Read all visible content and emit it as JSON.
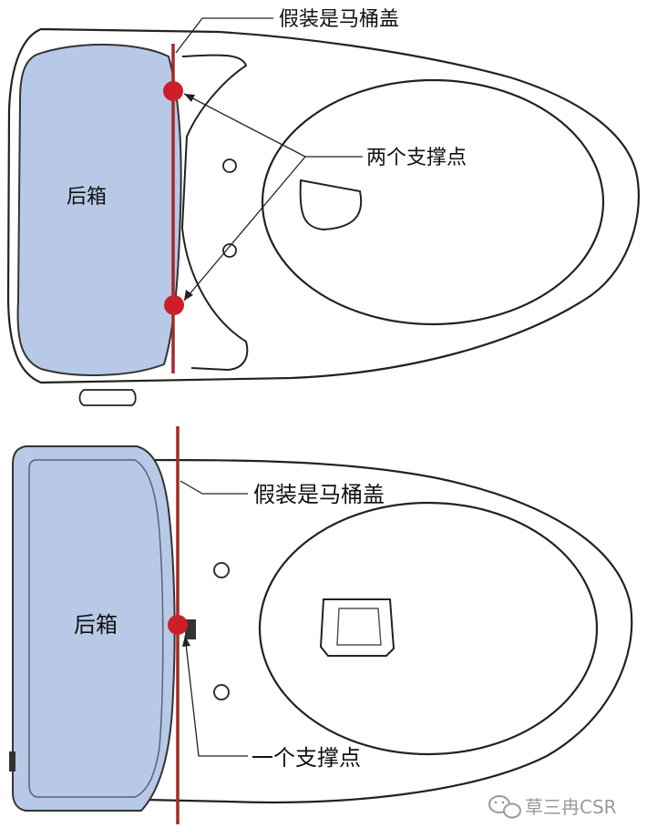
{
  "top_diagram": {
    "tank_label": "后箱",
    "lid_label": "假装是马桶盖",
    "support_label": "两个支撑点"
  },
  "bottom_diagram": {
    "tank_label": "后箱",
    "lid_label": "假装是马桶盖",
    "support_label": "一个支撑点"
  },
  "watermark": "草三冉CSR",
  "colors": {
    "tank_fill": "#b7c9e6",
    "line_red": "#a42a2a",
    "dot_red": "#cc1f2a",
    "outline": "#222222"
  }
}
